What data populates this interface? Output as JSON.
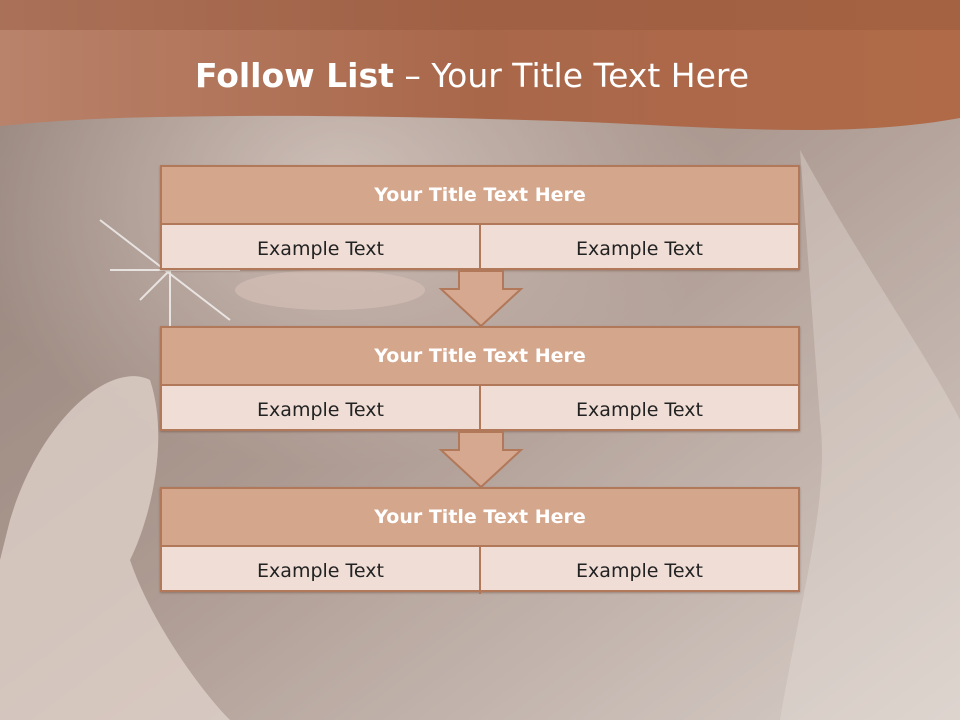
{
  "slide": {
    "title_bold": "Follow List",
    "title_rest": " – Your Title Text Here"
  },
  "blocks": [
    {
      "title": "Your Title Text Here",
      "left": "Example Text",
      "right": "Example Text"
    },
    {
      "title": "Your Title Text Here",
      "left": "Example Text",
      "right": "Example Text"
    },
    {
      "title": "Your Title Text Here",
      "left": "Example Text",
      "right": "Example Text"
    }
  ],
  "colors": {
    "header_band": "#a5603e",
    "block_header": "#d4a68c",
    "block_border": "#b1785a",
    "cell_fill": "#f0ddd6",
    "arrow_fill": "#d6a890"
  }
}
